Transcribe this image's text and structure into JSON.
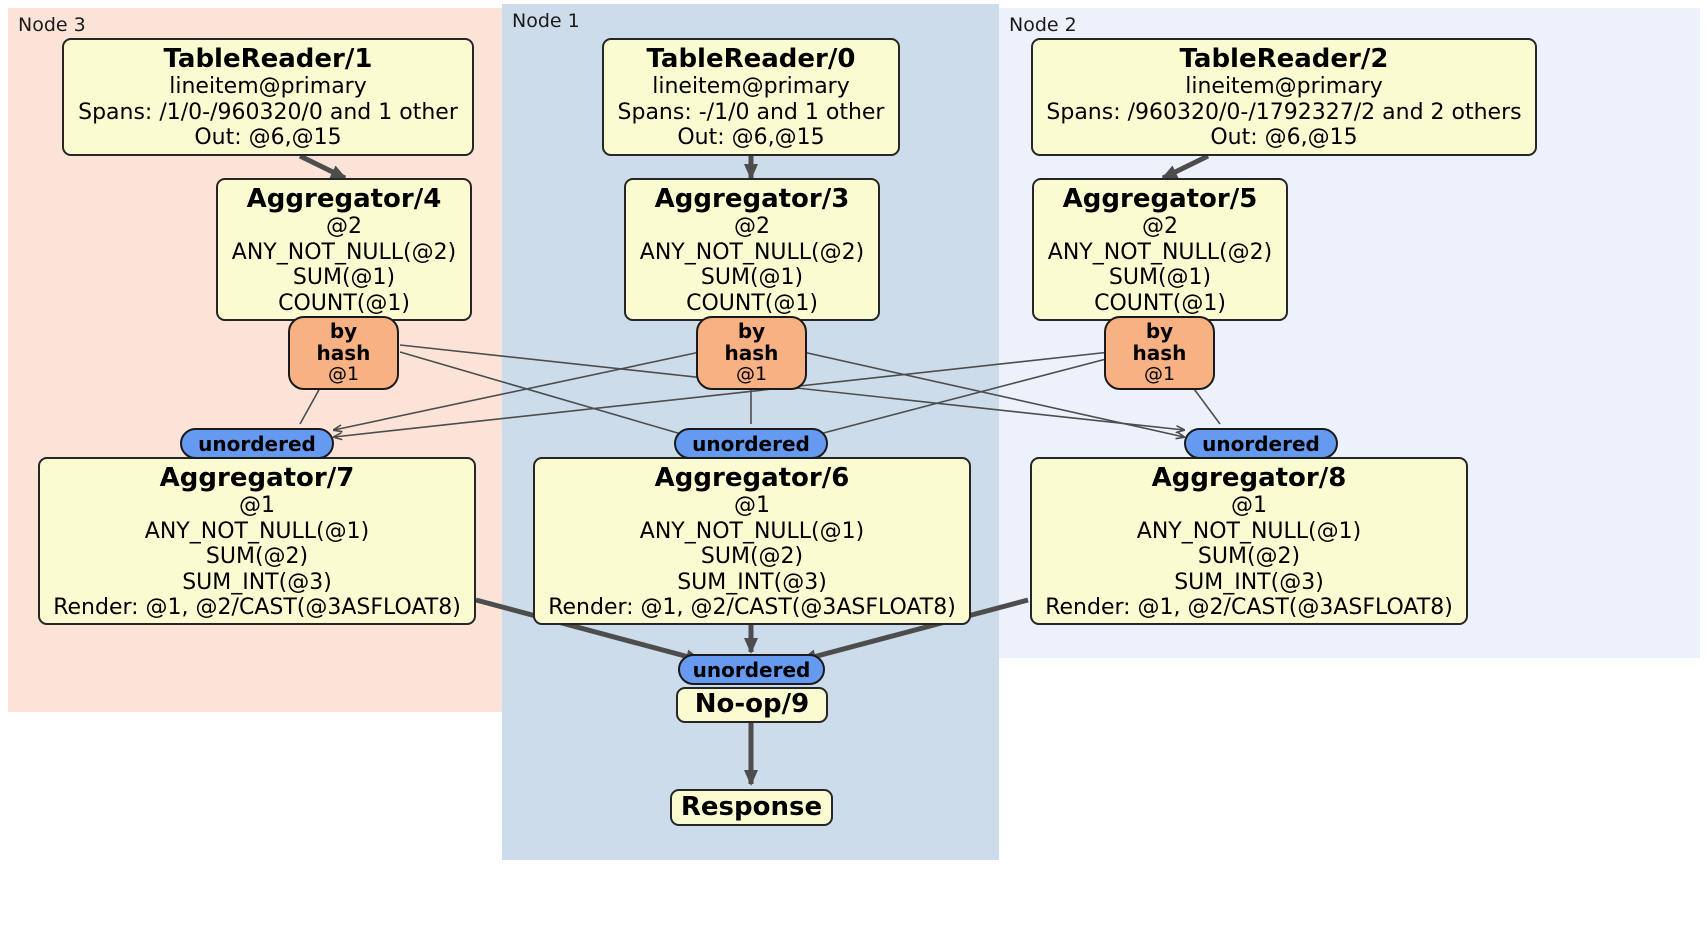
{
  "diagram": {
    "type": "distributed-query-plan",
    "panels": [
      {
        "id": "node3",
        "label": "Node 3",
        "color": "#fbe4d7"
      },
      {
        "id": "node1",
        "label": "Node 1",
        "color": "#cddcea"
      },
      {
        "id": "node2",
        "label": "Node 2",
        "color": "#edf1fb"
      }
    ],
    "processors": {
      "table_reader_1": {
        "title": "TableReader/1",
        "lines": [
          "lineitem@primary",
          "Spans: /1/0-/960320/0 and 1 other",
          "Out: @6,@15"
        ]
      },
      "table_reader_0": {
        "title": "TableReader/0",
        "lines": [
          "lineitem@primary",
          "Spans: -/1/0 and 1 other",
          "Out: @6,@15"
        ]
      },
      "table_reader_2": {
        "title": "TableReader/2",
        "lines": [
          "lineitem@primary",
          "Spans: /960320/0-/1792327/2 and 2 others",
          "Out: @6,@15"
        ]
      },
      "aggregator_4": {
        "title": "Aggregator/4",
        "lines": [
          "@2",
          "ANY_NOT_NULL(@2)",
          "SUM(@1)",
          "COUNT(@1)"
        ]
      },
      "aggregator_3": {
        "title": "Aggregator/3",
        "lines": [
          "@2",
          "ANY_NOT_NULL(@2)",
          "SUM(@1)",
          "COUNT(@1)"
        ]
      },
      "aggregator_5": {
        "title": "Aggregator/5",
        "lines": [
          "@2",
          "ANY_NOT_NULL(@2)",
          "SUM(@1)",
          "COUNT(@1)"
        ]
      },
      "aggregator_7": {
        "title": "Aggregator/7",
        "lines": [
          "@1",
          "ANY_NOT_NULL(@1)",
          "SUM(@2)",
          "SUM_INT(@3)",
          "Render: @1, @2/CAST(@3ASFLOAT8)"
        ]
      },
      "aggregator_6": {
        "title": "Aggregator/6",
        "lines": [
          "@1",
          "ANY_NOT_NULL(@1)",
          "SUM(@2)",
          "SUM_INT(@3)",
          "Render: @1, @2/CAST(@3ASFLOAT8)"
        ]
      },
      "aggregator_8": {
        "title": "Aggregator/8",
        "lines": [
          "@1",
          "ANY_NOT_NULL(@1)",
          "SUM(@2)",
          "SUM_INT(@3)",
          "Render: @1, @2/CAST(@3ASFLOAT8)"
        ]
      },
      "noop_9": {
        "title": "No-op/9"
      },
      "response": {
        "title": "Response"
      }
    },
    "routers": {
      "by_hash_left": {
        "title": "by hash",
        "sub": "@1"
      },
      "by_hash_center": {
        "title": "by hash",
        "sub": "@1"
      },
      "by_hash_right": {
        "title": "by hash",
        "sub": "@1"
      }
    },
    "synchronizers": {
      "unordered_left": {
        "label": "unordered"
      },
      "unordered_center": {
        "label": "unordered"
      },
      "unordered_right": {
        "label": "unordered"
      },
      "unordered_final": {
        "label": "unordered"
      }
    }
  }
}
